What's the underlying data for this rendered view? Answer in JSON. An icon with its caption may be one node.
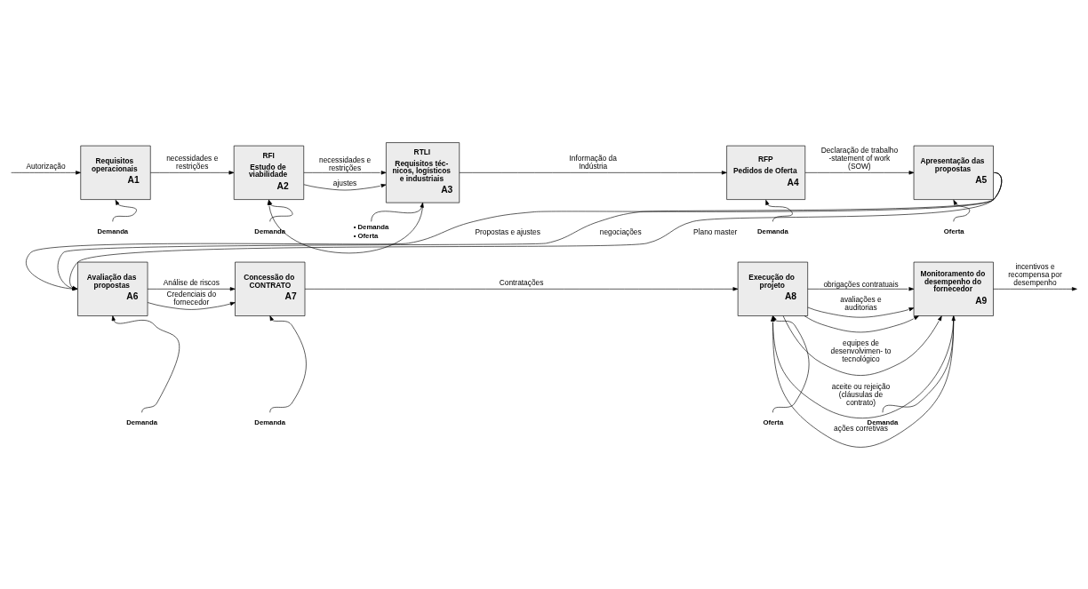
{
  "diagram": {
    "nodes": [
      {
        "text": [
          "Requisitos operacionais",
          "A1"
        ]
      },
      {
        "text": [
          "Demanda"
        ]
      },
      {
        "text": [
          "RFI",
          "Estudo de viabilidade",
          "A2"
        ]
      },
      {
        "text": [
          "Demanda"
        ]
      },
      {
        "text": [
          "RTLI",
          "Requisitos téc- nicos, logísticos e industriais",
          "A3"
        ]
      },
      {
        "text": [
          "• Demanda",
          "• Oferta"
        ]
      },
      {
        "text": [
          "RFP",
          "Pedidos de Oferta",
          "A4"
        ]
      },
      {
        "text": [
          "Demanda"
        ]
      },
      {
        "text": [
          "Apresentação das propostas",
          "A5"
        ]
      },
      {
        "text": [
          "Oferta"
        ]
      },
      {
        "text": [
          "Avaliação das propostas",
          "A6"
        ]
      },
      {
        "text": [
          "Demanda"
        ]
      },
      {
        "text": [
          "Concessão do CONTRATO",
          "A7"
        ]
      },
      {
        "text": [
          "Demanda"
        ]
      },
      {
        "text": [
          "Execução do projeto",
          "A8"
        ]
      },
      {
        "text": [
          "Oferta"
        ]
      },
      {
        "text": [
          "Monitoramento do desempenho do fornecedor",
          "A9"
        ]
      },
      {
        "text": [
          "Demanda"
        ]
      }
    ],
    "edges": [
      {
        "from": null,
        "to": 0,
        "arrow": "to",
        "label": "Autorização"
      },
      {
        "from": 1,
        "to": 0,
        "arrow": "to"
      },
      {
        "from": 0,
        "to": 2,
        "arrow": "to",
        "label": "necessidades e restrições"
      },
      {
        "from": 3,
        "to": 2,
        "arrow": "to"
      },
      {
        "from": 2,
        "to": 4,
        "arrow": "to",
        "label": "necessidades e restrições"
      },
      {
        "from": 2,
        "to": 4,
        "arrow": "to",
        "label": "ajustes"
      },
      {
        "from": 5,
        "to": 4,
        "arrow": "to"
      },
      {
        "from": 4,
        "to": 2,
        "arrow": "to"
      },
      {
        "from": 4,
        "to": 6,
        "arrow": "to",
        "label": "Informação da Indústria"
      },
      {
        "from": 7,
        "to": 6,
        "arrow": "to"
      },
      {
        "from": 6,
        "to": 8,
        "arrow": "to",
        "label": "Declaração de trabalho -statement of work (SOW)"
      },
      {
        "from": 9,
        "to": 8,
        "arrow": "to"
      },
      {
        "from": 8,
        "to": 10,
        "arrow": "to",
        "label": "Propostas e ajustes"
      },
      {
        "from": 8,
        "to": 10,
        "arrow": "to",
        "label": "negociações"
      },
      {
        "from": 8,
        "to": 10,
        "arrow": "to",
        "label": "Plano master"
      },
      {
        "from": 11,
        "to": 10,
        "arrow": "to"
      },
      {
        "from": 10,
        "to": 12,
        "arrow": "to",
        "label": "Credenciais do fornecedor"
      },
      {
        "from": 10,
        "to": 12,
        "arrow": "to",
        "label": "Análise de riscos"
      },
      {
        "from": 13,
        "to": 12,
        "arrow": "to"
      },
      {
        "from": 12,
        "to": 14,
        "arrow": "to",
        "label": "Contratações"
      },
      {
        "from": 15,
        "to": 14,
        "arrow": "to"
      },
      {
        "from": 14,
        "to": 16,
        "arrow": "to",
        "label": "obrigações contratuais"
      },
      {
        "from": 14,
        "to": 16,
        "arrow": "to",
        "label": "avaliações e auditorias"
      },
      {
        "from": 14,
        "to": 16,
        "arrow": "to"
      },
      {
        "from": 14,
        "to": 16,
        "arrow": "to",
        "label": "equipes de desenvolvimen- to tecnológico"
      },
      {
        "from": 17,
        "to": 16,
        "arrow": "to"
      },
      {
        "from": 16,
        "to": 14,
        "arrow": "to",
        "label": "aceite ou rejeição (cláusulas de contrato)"
      },
      {
        "from": 16,
        "to": 14,
        "arrow": "to",
        "label": "ações corretivas"
      },
      {
        "from": 16,
        "to": null,
        "arrow": "to",
        "label": "incentivos e recompensa por desempenho"
      }
    ]
  }
}
